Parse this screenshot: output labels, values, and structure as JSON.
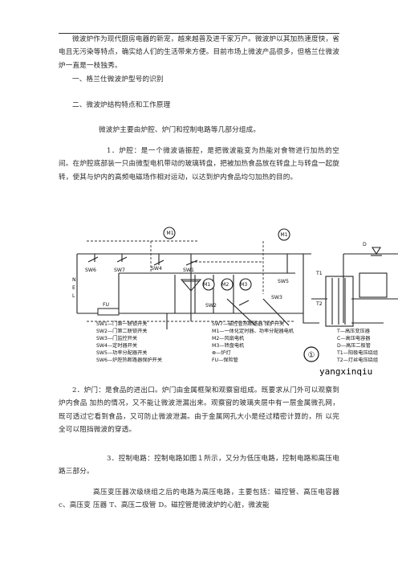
{
  "paragraphs": {
    "intro": "微波炉作为现代厨房电器的新宠，越来越普及进千家万户。微波炉以其加热速度快，省电且无污染等特点，确实给人们的生活带来方便。目前市场上微波产品很多，但格兰仕微波炉一直是一枝独秀。",
    "heading1": "一、格兰仕微波炉型号的识别",
    "heading2": "二、微波炉结构特点和工作原理",
    "structure": "微波炉主要由炉腔、炉门和控制电路等几部分组成。",
    "cavity": "1．炉腔：是一个微波谐振腔，是把微波能变为热能对食物进行加热的空间。在炉腔底部装一只由微型电机带动的玻璃转盘，把被加热食品放在转盘上与转盘一起旋转，使其与炉内的高频电磁场作相对运动，以达到炉内食品均匀加热的目的。",
    "door": "2．炉门：是食品的进出口。炉门由金属框架和观察窗组成。既要求从门外可以观察到炉内食品 加热的情况，又不能让微波泄漏出来。观察窗的玻璃夹层中有一层金属微孔网，既可透过它看到食品，又可防止微波泄漏。由于金属网孔大小是经过精密计算的，所 以完全可以阻挡微波的穿透。",
    "control": "3．控制电路：控制电路如图１所示，又分为低压电路，控制电路和高压电路三部分。",
    "hv": "高压变压器次级绕组之后的电路为高压电路，主要包括：磁控管、高压电容器 c、高压变 压器 T、高压二极管 D。磁控管是微波炉的心脏，微波能"
  },
  "figure": {
    "circuit_labels": {
      "n": "N",
      "e": "E",
      "l": "L",
      "sw1": "SW1",
      "sw2": "SW2",
      "sw3": "SW3",
      "sw4": "SW4",
      "sw5": "SW5",
      "sw6": "SW6",
      "sw7": "SW7",
      "fu": "FU",
      "m1": "M1",
      "m2": "M2",
      "m3": "M3",
      "t1": "T1",
      "t2": "T2",
      "d": "D"
    },
    "legend_left": [
      "SW1—门第一联锁开关",
      "SW2—门第二联锁开关",
      "SW3—门监控开关",
      "SW4—定时器开关",
      "SW5—功率分配器开关",
      "SW6—炉腔热断路器保护开关"
    ],
    "legend_mid": [
      "SW7—磁控管热断路器 保护开关",
      "M1—一体化定时器、功率分配器电机",
      "M2—风扇电机",
      "M3—转盘电机",
      "⊗—炉灯",
      "FU—保险管"
    ],
    "legend_right": [
      "T—高压变压器",
      "C—高压电容器",
      "D—高压二极管",
      "T1—阳极电压绕组",
      "T2—灯丝电压绕组"
    ],
    "number": "①",
    "watermark": "yangxinqiu"
  }
}
